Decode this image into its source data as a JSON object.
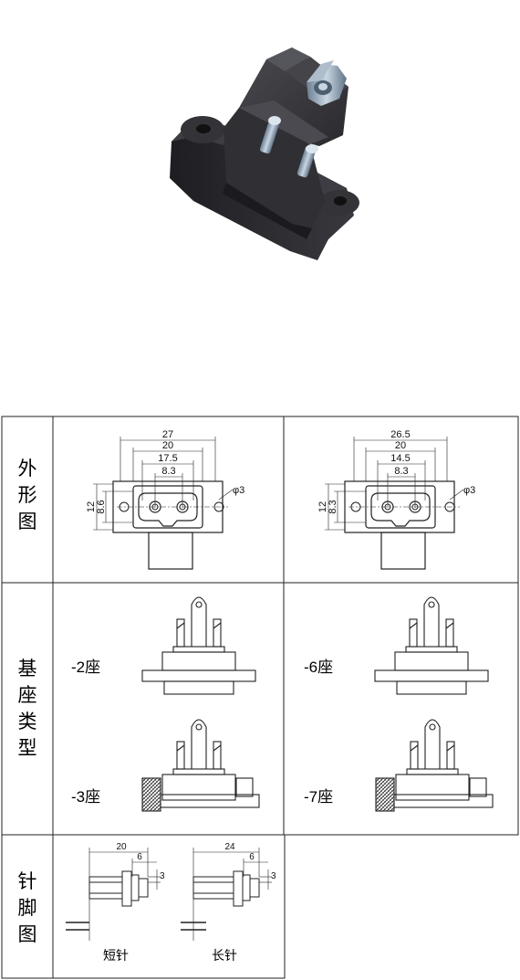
{
  "rows": {
    "outline": {
      "label": [
        "外",
        "形",
        "图"
      ]
    },
    "base": {
      "label": [
        "基",
        "座",
        "类",
        "型"
      ]
    },
    "pin": {
      "label": [
        "针",
        "脚",
        "图"
      ]
    }
  },
  "outline_left": {
    "dims": {
      "width": "27",
      "mid": "20",
      "holes": "17.5",
      "pins": "8.3",
      "height": "12",
      "inner_h": "8.6",
      "hole_d": "φ3"
    }
  },
  "outline_right": {
    "dims": {
      "width": "26.5",
      "mid": "20",
      "holes": "14.5",
      "pins": "8.3",
      "height": "12",
      "inner_h": "8.3",
      "hole_d": "φ3"
    }
  },
  "bases": [
    {
      "label": "-2座"
    },
    {
      "label": "-6座"
    },
    {
      "label": "-3座"
    },
    {
      "label": "-7座"
    }
  ],
  "pins": {
    "short": {
      "caption": "短针",
      "length": "20",
      "tip": "6",
      "step": "3"
    },
    "long": {
      "caption": "长针",
      "length": "24",
      "tip": "6",
      "step": "3"
    }
  },
  "colors": {
    "body": "#2b2b2f",
    "pin_metal": "#8aa0b4",
    "line": "#1a1a1a"
  }
}
